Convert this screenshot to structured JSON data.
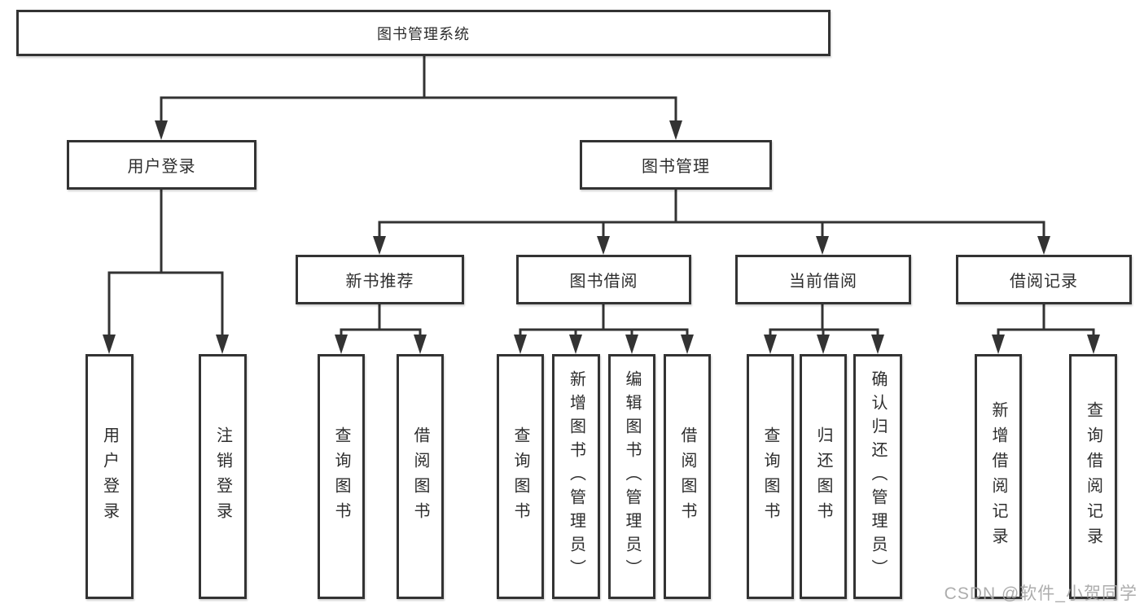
{
  "diagram": {
    "root": {
      "label": "图书管理系统"
    },
    "branches": [
      {
        "label": "用户登录",
        "children": [
          {
            "label": "用户登录"
          },
          {
            "label": "注销登录"
          }
        ]
      },
      {
        "label": "图书管理",
        "children": [
          {
            "label": "新书推荐",
            "children": [
              {
                "label": "查询图书"
              },
              {
                "label": "借阅图书"
              }
            ]
          },
          {
            "label": "图书借阅",
            "children": [
              {
                "label": "查询图书"
              },
              {
                "label": "新增图书（管理员）"
              },
              {
                "label": "编辑图书（管理员）"
              },
              {
                "label": "借阅图书"
              }
            ]
          },
          {
            "label": "当前借阅",
            "children": [
              {
                "label": "查询图书"
              },
              {
                "label": "归还图书"
              },
              {
                "label": "确认归还（管理员）"
              }
            ]
          },
          {
            "label": "借阅记录",
            "children": [
              {
                "label": "新增借阅记录"
              },
              {
                "label": "查询借阅记录"
              }
            ]
          }
        ]
      }
    ]
  },
  "watermark": {
    "text": "CSDN @软件_小贺同学"
  },
  "colors": {
    "line": "#333333",
    "box_border": "#333333",
    "box_background": "#ffffff",
    "page_background": "#ffffff",
    "watermark": "#a4a4a4"
  }
}
